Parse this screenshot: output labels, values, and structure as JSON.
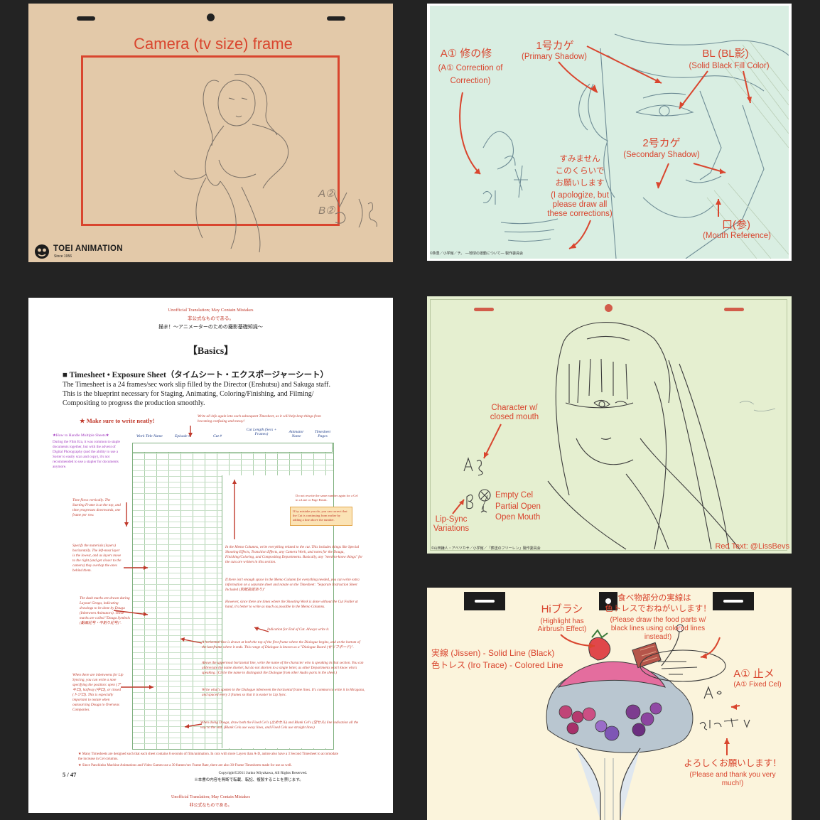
{
  "panel1": {
    "title": "Camera (tv size) frame",
    "handwriting": "A② B②",
    "logo_text": "TOEI ANIMATION",
    "logo_sub": "Since 1956"
  },
  "panel2": {
    "a1_main": "A① 修の修",
    "a1_sub1": "(A① Correction of",
    "a1_sub2": "Correction)",
    "shadow1_main": "1号カゲ",
    "shadow1_sub": "(Primary Shadow)",
    "bl_main": "BL (BL影)",
    "bl_sub": "(Solid Black Fill Color)",
    "shadow2_main": "2号カゲ",
    "shadow2_sub": "(Secondary Shadow)",
    "apology_jp1": "すみません",
    "apology_jp2": "このくらいで",
    "apology_jp3": "お願いします",
    "apology_en1": "(I apologize, but",
    "apology_en2": "please draw all",
    "apology_en3": "these corrections)",
    "mouth_main": "口(参)",
    "mouth_sub": "(Mouth Reference)",
    "copyright": "©魚豊／小学館／チ。 ―地球の運動について― 製作委員会"
  },
  "panel3": {
    "top_note1": "Unofficial Translation; May Contain Mistakes",
    "top_note2": "非公式なものである。",
    "book_title": "描ま！～アニメーターのための撮影基礎知識～",
    "section": "【Basics】",
    "heading": "■ Timesheet • Exposure Sheet（タイムシート・エクスポージャーシート）",
    "body1": "The Timesheet is a 24 frames/sec work slip filled by the Director (Enshutsu) and Sakuga staff.",
    "body2": "This is the blueprint necessary for Staging, Animating, Coloring/Finishing, and Filming/",
    "body3": "Compositing to progress the production smoothly.",
    "make_sure": "★ Make sure to write neatly!",
    "write_info": "Write all info again into each subsequent Timesheet, as it will help keep things from becoming confusing and messy!",
    "multi_title": "★How to Handle Multiple Sheets★",
    "multi_body": "During the Film Era, it was common to staple documents together, but with the advent of Digital Photography (and the ability to use a Sorter to easily scan and copy), it's not recommended to use a stapler for documents anymore.",
    "col_headers": [
      "Work Title Name",
      "Episode #",
      "Cut #",
      "Cut Length (Secs + Frames)",
      "Animator Name",
      "Timesheet Pages"
    ],
    "note_time": "Time flows vertically. The Starting Frame is at the top, and time progresses downwards, one frame per row.",
    "note_layers": "Specify the materials (layers) horizontally. The left-most layer is the lowest, and as layers move to the right (and get closer to the camera) they overlap the ones behind them.",
    "note_dash": "The dash marks are drawn during Layout/ Genga, indicating drawings to be done by Douga (Inbetween Animators). These marks are called \"Douga Symbols (動画記号・中割り記号)\".",
    "note_inbetween": "When there are inbetweens for Lip Syncing, you can write a note specifying the position: open (アキ口), halfway (中口), or closed (トジ口). This is especially important to notate when outsourcing Douga to Overseas Companies.",
    "note_memo": "In the Memo Columns, write everything related to the cut. This includes things like Special Shooting Effects, Transition Effects, any Camera Work, and notes for the Douga, Finishing/Coloring, and Compositing Departments. Basically, any \"need-to-know things\" for the cuts are written in this section.",
    "note_space": "If there isn't enough space in the Memo Column for everything needed, you can write extra information on a separate sheet and notate on the Timesheet: \"Separate Instruction Sheet Included (別紙指定あり)\"",
    "note_shoot": "However, since there are times where the Shooting Work is done without the Cut Folder at hand, it's better to write as much as possible in the Memo Columns.",
    "note_end": "Indication for End of Cut. Always write it.",
    "note_dialogue": "A horizontal line is drawn at both the top of the first frame where the Dialogue begins, and at the bottom of the last frame where it ends. This range of Dialogue is known as a \"Dialogue Board (セリフボード)\".",
    "note_name": "Above the uppermost horizontal line, write the name of the character who is speaking in that section. You can abbreviate the name shorter, but do not shorten to a single letter, as other Departments won't know who's speaking. (Circle the name to distinguish the Dialogue from other Audio parts in the sheet.)",
    "note_lipsync": "Write what's spoken in the Dialogue inbetween the horizontal frame lines. It's common to write it in Hiragana, and spaced every 3 frames so that it is easier to Lip Sync.",
    "note_douga": "When doing Douga, draw both the Fixed Cel's (止めセル) and Blank Cel's (空セル) line indication all the way to the end. (Blank Cels use wavy lines, and Fixed Cels use straight lines)",
    "note_mistake": "If by mistake you do, you can correct that the Cut is continuing from earlier by adding a line above the number.",
    "note_dontwrite": "Do not rewrite the same number again for a Cel in a Line or Page Break.",
    "foot1": "★ Many Timesheets are designed such that each sheet contains 6 seconds of film/animation. In cuts with more Layers than A-D, anime also have a 3 Second Timesheet to accomodate the increase in Cel columns.",
    "foot2": "★ Since Panchinko Machine Animations and Video Games use a 30 frames/sec Frame Rate, there are also 30-Frame Timesheets made for use as well.",
    "page_num": "5 / 47",
    "copyright1": "Copyright©2011 Junko Miyakawa, All Rights Reserved.",
    "copyright2": "※本書の内容を無断で転載、転記、複製することを禁じます。",
    "bottom_note1": "Unofficial Translation; May Contain Mistakes",
    "bottom_note2": "非公式なものである。"
  },
  "panel4": {
    "closed_mouth1": "Character w/",
    "closed_mouth2": "closed mouth",
    "empty_cel": "Empty Cel",
    "partial": "Partial Open",
    "open_mouth": "Open Mouth",
    "lipsync1": "Lip-Sync",
    "lipsync2": "Variations",
    "copyright": "©山田鐘人・アベツカサ／小学館／「葬送のフリーレン」製作委員会",
    "credit": "Red Text: @LissBevs"
  },
  "panel5": {
    "food_jp1": "食べ物部分の実線は",
    "food_jp2": "色トレスでおねがいします！",
    "food_en1": "(Please draw the food parts w/",
    "food_en2": "black lines using colored lines",
    "food_en3": "instead!)",
    "hi_main": "Hiブラシ",
    "hi_sub1": "(Highlight has",
    "hi_sub2": "Airbrush Effect)",
    "jissen": "実線 (Jissen) - Solid Line (Black)",
    "irotrace": "色トレス (Iro Trace) - Colored Line",
    "fixed_main": "A① 止メ",
    "fixed_sub": "(A① Fixed Cel)",
    "thanks_jp": "よろしくお願いします！",
    "thanks_en1": "(Please and thank you very",
    "thanks_en2": "much!)"
  }
}
